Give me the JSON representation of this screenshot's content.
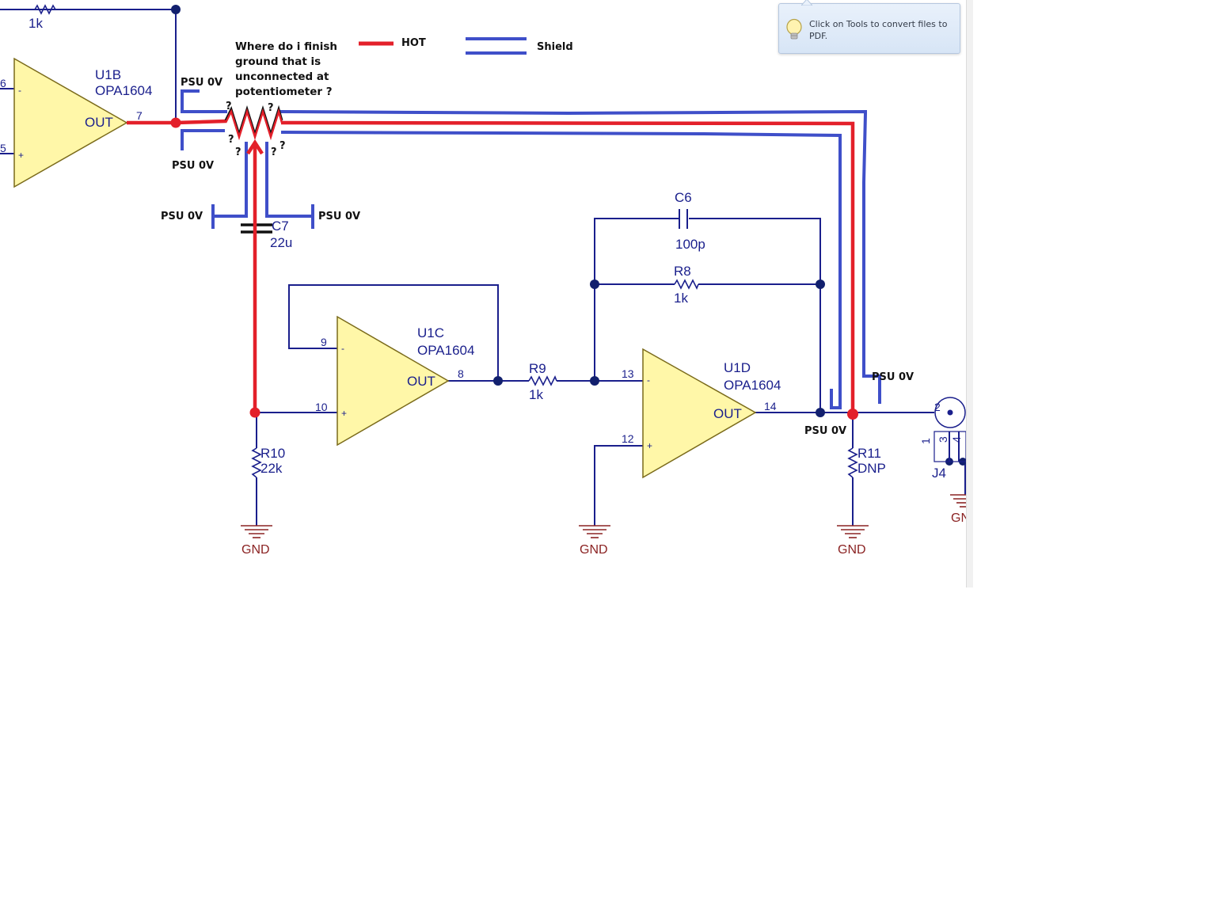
{
  "tooltip": {
    "text": "Click on Tools to convert files to PDF.",
    "icon": "lightbulb-icon"
  },
  "legend": {
    "hot_label": "HOT",
    "shield_label": "Shield",
    "hot_color": "#e3202a",
    "shield_color": "#3f4fc9"
  },
  "question": {
    "lines": [
      "Where do i finish",
      "ground that is",
      "unconnected at",
      "potentiometer ?"
    ]
  },
  "annotations": {
    "psu_0v": "PSU 0V",
    "question_mark": "?"
  },
  "components": {
    "r_top_value": "1k",
    "u1b": {
      "ref": "U1B",
      "part": "OPA1604",
      "out": "OUT",
      "pin_out": "7",
      "pin_inv": "6",
      "pin_noninv": "5"
    },
    "u1c": {
      "ref": "U1C",
      "part": "OPA1604",
      "out": "OUT",
      "pin_out": "8",
      "pin_inv": "9",
      "pin_noninv": "10"
    },
    "u1d": {
      "ref": "U1D",
      "part": "OPA1604",
      "out": "OUT",
      "pin_out": "14",
      "pin_inv": "13",
      "pin_noninv": "12"
    },
    "c6": {
      "ref": "C6",
      "value": "100p"
    },
    "c7": {
      "ref": "C7",
      "value": "22u"
    },
    "r8": {
      "ref": "R8",
      "value": "1k"
    },
    "r9": {
      "ref": "R9",
      "value": "1k"
    },
    "r10": {
      "ref": "R10",
      "value": "22k"
    },
    "r11": {
      "ref": "R11",
      "value": "DNP"
    },
    "j4": {
      "ref": "J4",
      "pin1": "1",
      "pin2": "2",
      "pin3": "3",
      "pin4": "4"
    },
    "gnd": "GND",
    "gnd_partial": "GN",
    "minus": "-",
    "plus": "+"
  }
}
